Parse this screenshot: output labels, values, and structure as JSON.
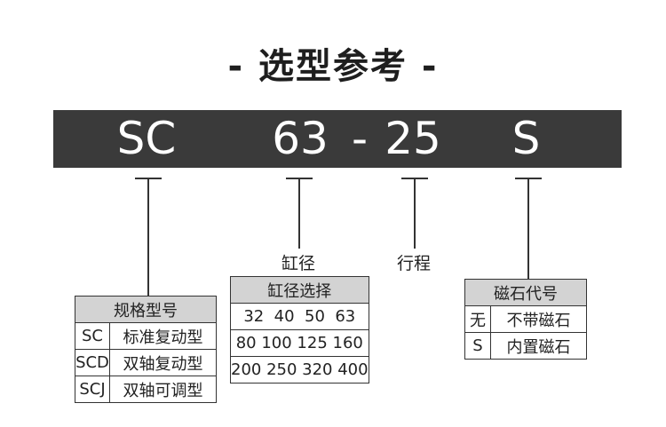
{
  "title": "- 选型参考 -",
  "code": {
    "series": "SC",
    "bore": "63",
    "dash": "-",
    "stroke": "25",
    "magnet": "S"
  },
  "labels": {
    "bore": "缸径",
    "stroke": "行程"
  },
  "series_table": {
    "header": "规格型号",
    "rows": [
      {
        "code": "SC",
        "desc": "标准复动型"
      },
      {
        "code": "SCD",
        "desc": "双轴复动型"
      },
      {
        "code": "SCJ",
        "desc": "双轴可调型"
      }
    ]
  },
  "bore_table": {
    "header": "缸径选择",
    "rows": [
      "32  40  50  63",
      "80 100 125 160",
      "200 250 320 400"
    ]
  },
  "magnet_table": {
    "header": "磁石代号",
    "rows": [
      {
        "code": "无",
        "desc": "不带磁石"
      },
      {
        "code": "S",
        "desc": "内置磁石"
      }
    ]
  },
  "colors": {
    "bar": "#3a3a3a",
    "header_bg": "#d3d3d3"
  }
}
